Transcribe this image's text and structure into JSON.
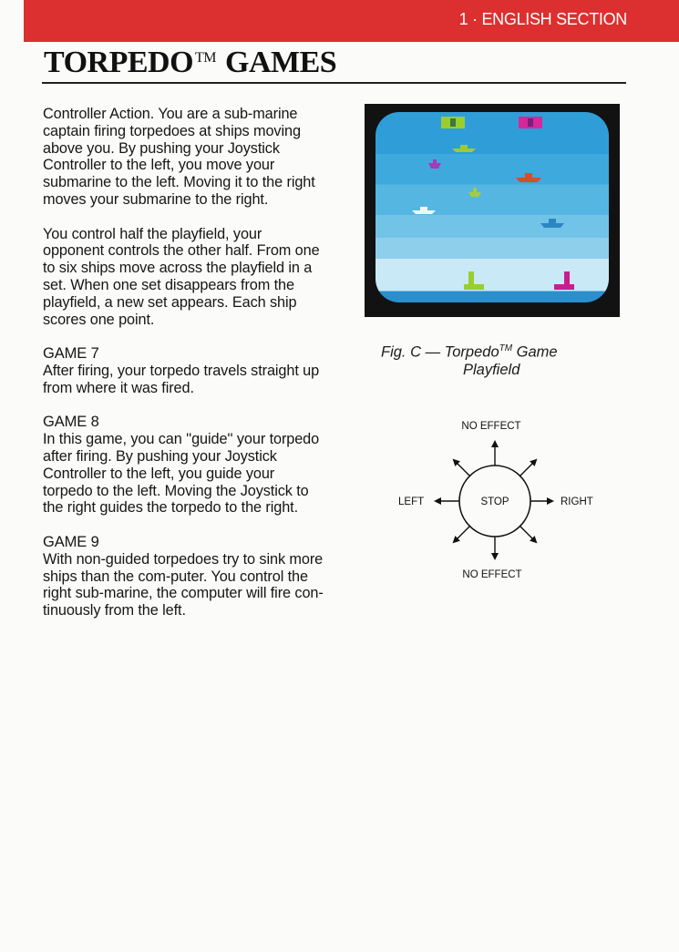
{
  "header": {
    "section_label": "1 · ENGLISH SECTION",
    "bar_color": "#dc3030"
  },
  "title": {
    "main": "TORPEDO",
    "trademark": "TM",
    "suffix": "GAMES"
  },
  "intro": {
    "lead": "Controller Action.",
    "paragraph1": " You are a sub-marine captain firing torpedoes at ships moving above you. By pushing your Joystick Controller to the left, you move your submarine to the left. Moving it to the right moves your submarine to the right.",
    "paragraph2": "You control half the playfield, your opponent controls the other half. From one to six ships move across the playfield in a set. When one set disappears from the playfield, a new set appears. Each ship scores one point."
  },
  "games": [
    {
      "heading": "GAME 7",
      "text": "After firing, your torpedo travels straight up from where it was fired."
    },
    {
      "heading": "GAME 8",
      "text": "In this game, you can ''guide'' your torpedo after firing. By pushing your Joystick Controller to the left, you guide your torpedo to the left. Moving the Joystick to the right guides the torpedo to the right."
    },
    {
      "heading": "GAME 9",
      "text": "With non-guided torpedoes try to sink more ships than the com-puter. You control the right sub-marine, the computer will fire con-tinuously from the left."
    }
  ],
  "figure": {
    "caption_line1": "Fig. C — Torpedo",
    "caption_tm": "TM",
    "caption_after_tm": " Game",
    "caption_line2": "Playfield",
    "score_left_color": "#9acd32",
    "score_right_color": "#d6289a",
    "sub_left_color": "#9acd32",
    "sub_right_color": "#c81d8c"
  },
  "joystick": {
    "top": "NO EFFECT",
    "bottom": "NO EFFECT",
    "left": "LEFT",
    "right": "RIGHT",
    "center": "STOP"
  }
}
